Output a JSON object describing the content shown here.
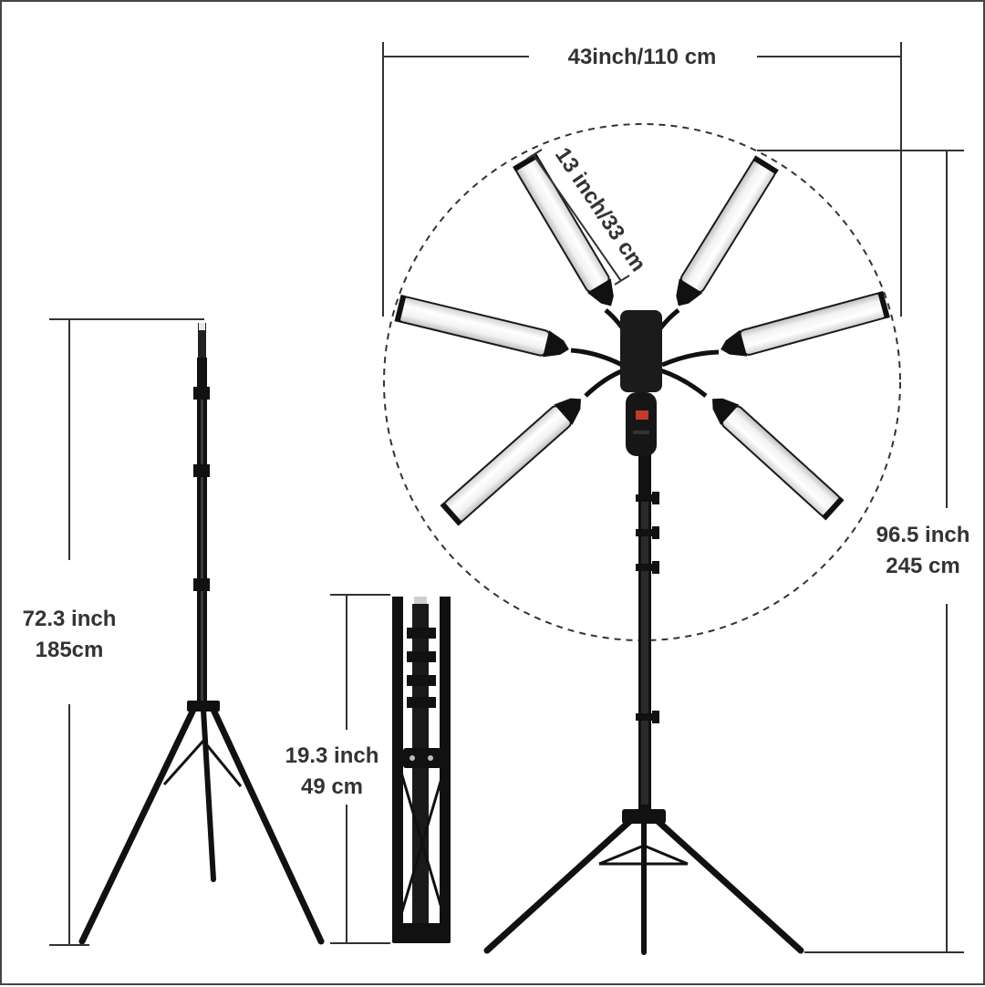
{
  "dimensions": {
    "width": "43inch/110 cm",
    "tube": "13 inch/33 cm",
    "stand_height_inch": "72.3 inch",
    "stand_height_cm": "185cm",
    "folded_inch": "19.3 inch",
    "folded_cm": "49 cm",
    "total_height_inch": "96.5 inch",
    "total_height_cm": "245 cm"
  },
  "colors": {
    "ink": "#333333",
    "stand": "#111111",
    "tube_glow": "#f4f4f4",
    "tube_edge": "#1a1a1a"
  }
}
